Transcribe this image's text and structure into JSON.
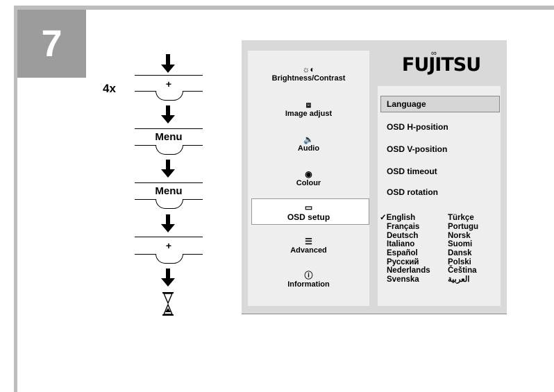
{
  "step": {
    "number": "7"
  },
  "sequence": {
    "repeat_label": "4x",
    "buttons": [
      {
        "label": "+"
      },
      {
        "label": "Menu"
      },
      {
        "label": "Menu"
      },
      {
        "label": "+"
      }
    ]
  },
  "osd": {
    "logo": "FUJITSU",
    "menu_items": [
      {
        "icon": "☼◐",
        "label": "Brightness/Contrast"
      },
      {
        "icon": "⧈",
        "label": "Image adjust"
      },
      {
        "icon": "🔈",
        "label": "Audio"
      },
      {
        "icon": "◉",
        "label": "Colour"
      },
      {
        "icon": "▭",
        "label": "OSD setup"
      },
      {
        "icon": "☰",
        "label": "Advanced"
      },
      {
        "icon": "ⓘ",
        "label": "Information"
      }
    ],
    "submenu_items": [
      {
        "label": "Language"
      },
      {
        "label": "OSD H-position"
      },
      {
        "label": "OSD V-position"
      },
      {
        "label": "OSD timeout"
      },
      {
        "label": "OSD rotation"
      }
    ],
    "languages_left": [
      "✓English",
      "Français",
      "Deutsch",
      "Italiano",
      "Español",
      "Русский",
      "Nederlands",
      "Svenska"
    ],
    "languages_right": [
      "Türkçe",
      "Portugu",
      "Norsk",
      "Suomi",
      "Dansk",
      "Polski",
      "Čeština",
      "العربية"
    ]
  }
}
